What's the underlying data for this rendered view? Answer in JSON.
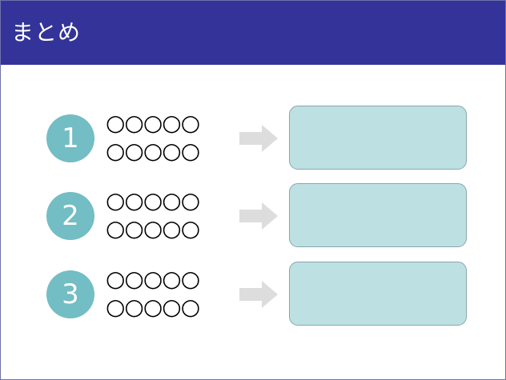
{
  "slide": {
    "title": "まとめ"
  },
  "colors": {
    "title_bg": "#333399",
    "accent": "#73bdc4",
    "box_bg": "#bde0e3",
    "arrow": "#dddddd"
  },
  "items": [
    {
      "number": "1",
      "placeholder_line1": "○○○○○",
      "placeholder_line2": "○○○○○",
      "result": ""
    },
    {
      "number": "2",
      "placeholder_line1": "○○○○○",
      "placeholder_line2": "○○○○○",
      "result": ""
    },
    {
      "number": "3",
      "placeholder_line1": "○○○○○",
      "placeholder_line2": "○○○○○",
      "result": ""
    }
  ],
  "icons": {
    "arrow": "right-arrow-icon"
  }
}
